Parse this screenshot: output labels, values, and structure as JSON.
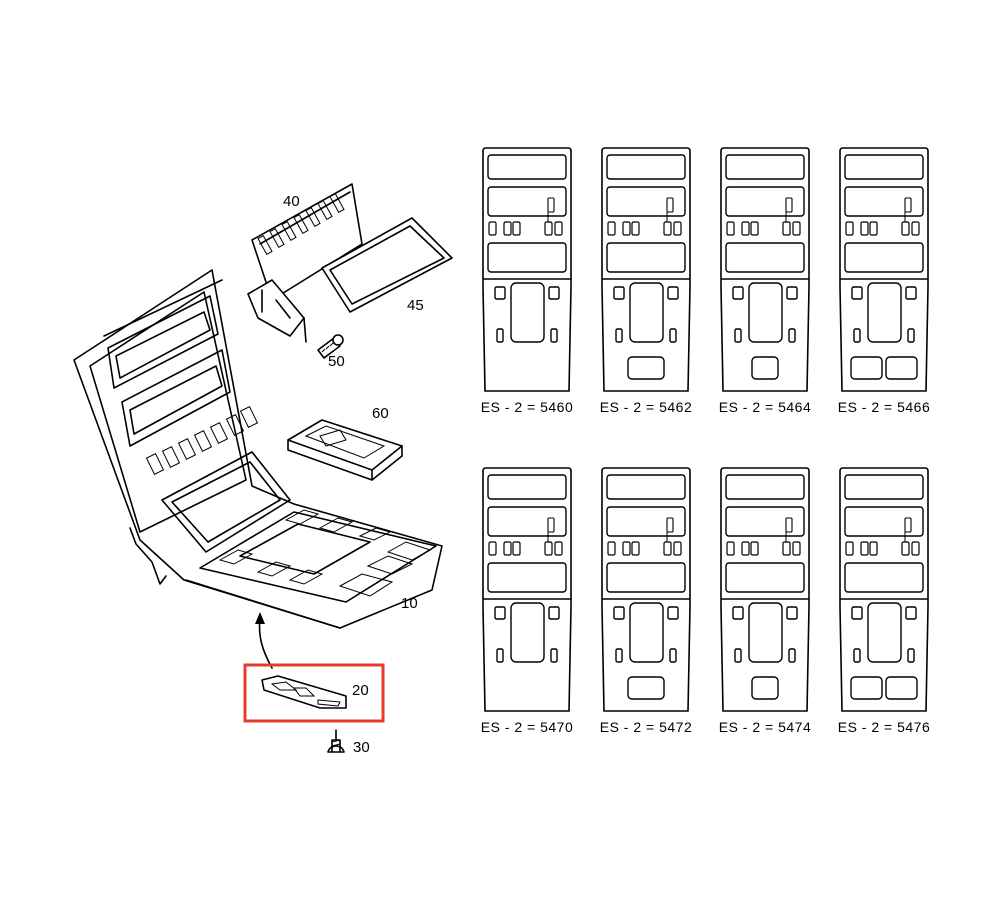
{
  "part_labels": {
    "p40": "40",
    "p45": "45",
    "p50": "50",
    "p60": "60",
    "p10": "10",
    "p20": "20",
    "p30": "30"
  },
  "highlight": {
    "part": "20",
    "color": "#e8392c"
  },
  "variants": [
    {
      "label": "ES - 2 = 5460",
      "bottom_module": "none"
    },
    {
      "label": "ES - 2 = 5462",
      "bottom_module": "wide"
    },
    {
      "label": "ES - 2 = 5464",
      "bottom_module": "square"
    },
    {
      "label": "ES - 2 = 5466",
      "bottom_module": "double"
    },
    {
      "label": "ES - 2 = 5470",
      "bottom_module": "none"
    },
    {
      "label": "ES - 2 = 5472",
      "bottom_module": "wide"
    },
    {
      "label": "ES - 2 = 5474",
      "bottom_module": "square"
    },
    {
      "label": "ES - 2 = 5476",
      "bottom_module": "double"
    }
  ]
}
